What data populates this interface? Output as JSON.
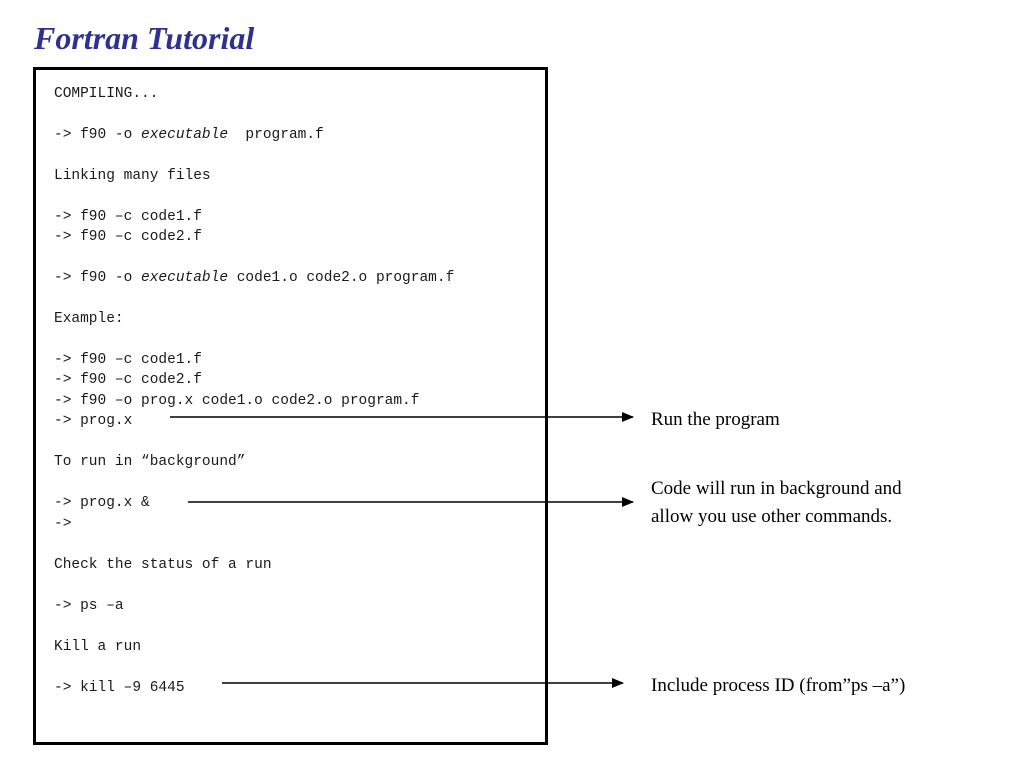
{
  "title": "Fortran Tutorial",
  "code": {
    "compiling": "COMPILING...",
    "cmd1_prefix": "-> f90 -o ",
    "cmd1_italic": "executable",
    "cmd1_suffix": "  program.f",
    "linking": "Linking many files",
    "cmd2": "-> f90 –c code1.f",
    "cmd3": "-> f90 –c code2.f",
    "cmd4_prefix": "-> f90 -o ",
    "cmd4_italic": "executable",
    "cmd4_suffix": " code1.o code2.o program.f",
    "example": "Example:",
    "ex1": "-> f90 –c code1.f",
    "ex2": "-> f90 –c code2.f",
    "ex3": "-> f90 –o prog.x code1.o code2.o program.f",
    "ex4": "-> prog.x",
    "background": "To run in “background”",
    "bg1": "-> prog.x &",
    "bg2": "->",
    "status": "Check the status of a run",
    "ps": "-> ps –a",
    "kill_label": "Kill a run",
    "kill_cmd": "-> kill –9 6445"
  },
  "annotations": {
    "run": "Run the program",
    "background_line1": "Code will run in background and",
    "background_line2": "allow you use other commands.",
    "process_id": "Include process ID (from”ps –a”)"
  }
}
